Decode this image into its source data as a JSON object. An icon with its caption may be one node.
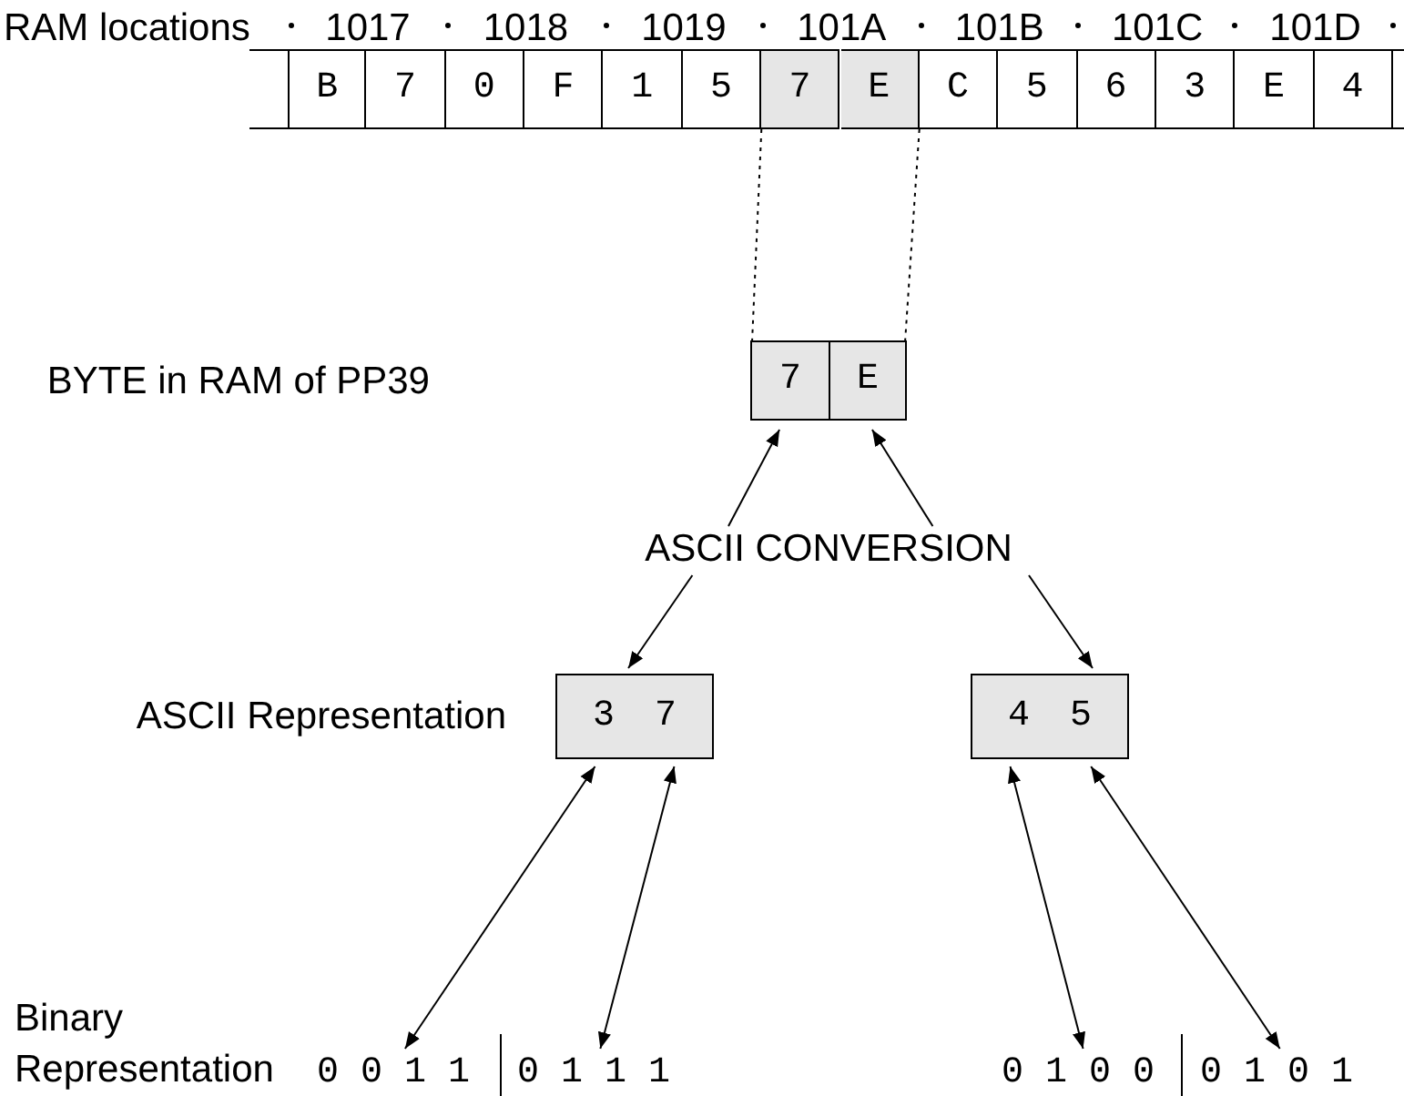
{
  "diagram": {
    "nodes": [
      {
        "text": [
          "B"
        ]
      },
      {
        "text": [
          "7"
        ]
      },
      {
        "text": [
          "0"
        ]
      },
      {
        "text": [
          "F"
        ]
      },
      {
        "text": [
          "1"
        ]
      },
      {
        "text": [
          "5"
        ]
      },
      {
        "text": [
          "7"
        ]
      },
      {
        "text": [
          "E"
        ]
      },
      {
        "text": [
          "C"
        ]
      },
      {
        "text": [
          "5"
        ]
      },
      {
        "text": [
          "6"
        ]
      },
      {
        "text": [
          "3"
        ]
      },
      {
        "text": [
          "E"
        ]
      },
      {
        "text": [
          "4"
        ]
      },
      {
        "text": [],
        "shape": "box"
      },
      {
        "text": [
          "7"
        ],
        "in": 14
      },
      {
        "text": [
          "E"
        ],
        "in": 14
      },
      {
        "text": [
          "ASCII CONVERSION"
        ]
      },
      {
        "text": [
          "3",
          "7"
        ],
        "beside": [
          "ASCII Representation"
        ]
      },
      {
        "text": [
          "4",
          "5"
        ]
      },
      {
        "text": [
          "0 0 1 1"
        ]
      },
      {
        "text": [
          "0 1 1 1"
        ]
      },
      {
        "text": [
          "0 1 0 0"
        ]
      },
      {
        "text": [
          "0 1 0 1"
        ]
      }
    ],
    "edges": [
      {
        "from": 6,
        "to": 15,
        "arrow": "none",
        "style": "dashed"
      },
      {
        "from": 7,
        "to": 16,
        "arrow": "none",
        "style": "dashed"
      },
      {
        "from": 17,
        "to": 15,
        "arrow": "to"
      },
      {
        "from": 17,
        "to": 16,
        "arrow": "to"
      },
      {
        "from": 17,
        "to": 18,
        "arrow": "to"
      },
      {
        "from": 17,
        "to": 19,
        "arrow": "to"
      },
      {
        "from": 18,
        "to": 20,
        "arrow": "both"
      },
      {
        "from": 18,
        "to": 21,
        "arrow": "both"
      },
      {
        "from": 19,
        "to": 22,
        "arrow": "both"
      },
      {
        "from": 19,
        "to": 23,
        "arrow": "both"
      }
    ],
    "labels": [
      "RAM locations",
      "1017",
      "1018",
      "1019",
      "101A",
      "101B",
      "101C",
      "101D",
      "BYTE in RAM of PP39",
      "Binary Representation"
    ]
  }
}
